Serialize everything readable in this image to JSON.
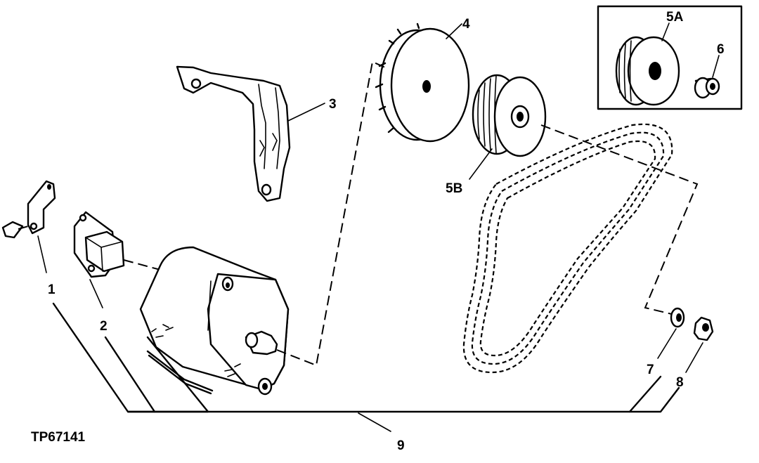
{
  "figure": {
    "id_label": "TP67141"
  },
  "callouts": {
    "c1": "1",
    "c2": "2",
    "c3": "3",
    "c4": "4",
    "c5a": "5A",
    "c5b": "5B",
    "c6": "6",
    "c7": "7",
    "c8": "8",
    "c9": "9"
  }
}
